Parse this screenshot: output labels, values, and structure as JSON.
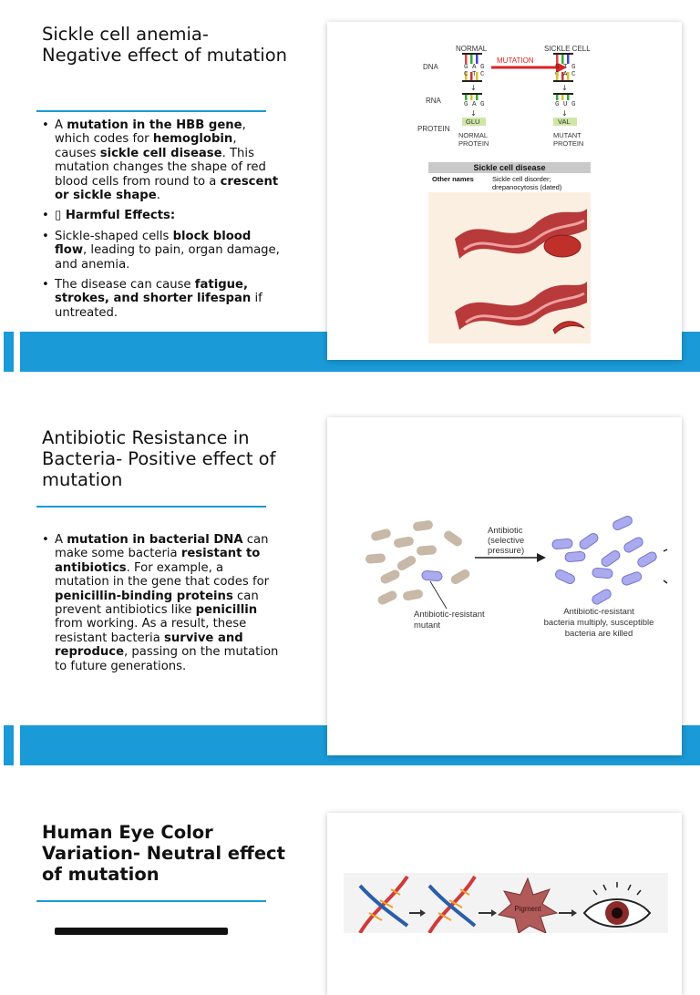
{
  "slides": [
    {
      "title": "Sickle cell anemia- Negative effect of mutation",
      "bullets": [
        [
          {
            "t": "A "
          },
          {
            "t": "mutation in the HBB gene",
            "b": true
          },
          {
            "t": ", which codes for "
          },
          {
            "t": "hemoglobin",
            "b": true
          },
          {
            "t": ", causes "
          },
          {
            "t": "sickle cell disease",
            "b": true
          },
          {
            "t": ". This mutation changes the shape of red blood cells from round to a "
          },
          {
            "t": "crescent or sickle shape",
            "b": true
          },
          {
            "t": "."
          }
        ],
        [
          {
            "t": "▯ Harmful Effects:",
            "b": true
          }
        ],
        [
          {
            "t": "Sickle-shaped cells "
          },
          {
            "t": "block blood flow",
            "b": true
          },
          {
            "t": ", leading to pain, organ damage, and anemia."
          }
        ],
        [
          {
            "t": "The disease can cause "
          },
          {
            "t": "fatigue, strokes, and shorter lifespan",
            "b": true
          },
          {
            "t": " if untreated."
          }
        ]
      ],
      "figure": {
        "dna_diagram": {
          "normal": "NORMAL",
          "sickle": "SICKLE CELL",
          "mutation": "MUTATION",
          "row_dna": "DNA",
          "row_rna": "RNA",
          "row_protein": "PROTEIN",
          "normal_dna_top": "G A G",
          "normal_dna_bottom": "C T C",
          "sickle_dna_top": "G T G",
          "sickle_dna_bottom": "C A C",
          "normal_rna": "G A G",
          "sickle_rna": "G U G",
          "normal_aa": "GLU",
          "sickle_aa": "VAL",
          "normal_protein_1": "NORMAL",
          "normal_protein_2": "PROTEIN",
          "mutant_protein_1": "MUTANT",
          "mutant_protein_2": "PROTEIN"
        },
        "infobox": {
          "header": "Sickle cell disease",
          "other_names_label": "Other names",
          "other_names_value_1": "Sickle cell disorder;",
          "other_names_value_2": "drepanocytosis (dated)"
        }
      }
    },
    {
      "title": "Antibiotic Resistance in Bacteria- Positive effect of mutation",
      "bullets": [
        [
          {
            "t": "A "
          },
          {
            "t": "mutation in bacterial DNA",
            "b": true
          },
          {
            "t": " can make some bacteria "
          },
          {
            "t": "resistant to antibiotics",
            "b": true
          },
          {
            "t": ". For example, a mutation in the gene that codes for "
          },
          {
            "t": "penicillin-binding proteins",
            "b": true
          },
          {
            "t": " can prevent antibiotics like "
          },
          {
            "t": "penicillin",
            "b": true
          },
          {
            "t": " from working. As a result, these resistant bacteria "
          },
          {
            "t": "survive and reproduce",
            "b": true
          },
          {
            "t": ", passing on the mutation to future generations."
          }
        ]
      ],
      "figure": {
        "arrow_label_1": "Antibiotic",
        "arrow_label_2": "(selective",
        "arrow_label_3": "pressure)",
        "left_caption_1": "Antibiotic-resistant",
        "left_caption_2": "mutant",
        "right_caption_1": "Antibiotic-resistant",
        "right_caption_2": "bacteria multiply, susceptible",
        "right_caption_3": "bacteria are killed"
      }
    },
    {
      "title": "Human Eye Color Variation- Neutral effect of mutation",
      "figure": {
        "pigment": "Pigment"
      }
    }
  ],
  "colors": {
    "accent": "#1a9ad6",
    "bacteria_normal": "#c8b8a8",
    "bacteria_resistant": "#aaaaee",
    "mutation_arrow": "#e02020",
    "pigment_star": "#b05a5a"
  }
}
